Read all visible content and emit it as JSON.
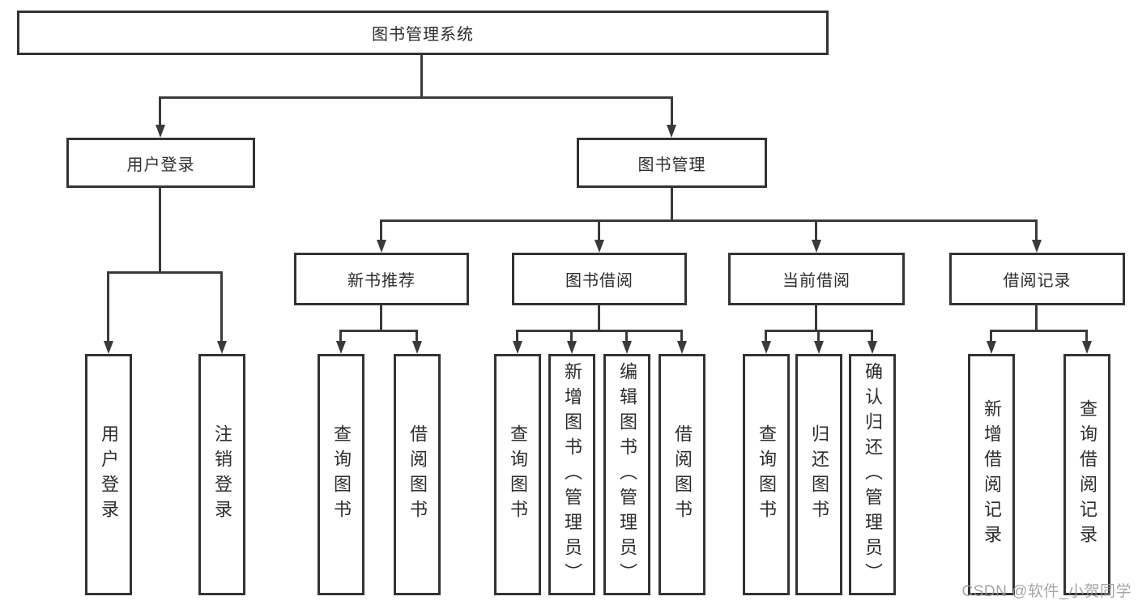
{
  "nodes": {
    "root": "图书管理系统",
    "user_login": "用户登录",
    "book_mgmt": "图书管理",
    "new_book_rec": "新书推荐",
    "book_borrow": "图书借阅",
    "current_borrow": "当前借阅",
    "borrow_record": "借阅记录"
  },
  "leaves": {
    "user_login": [
      "用户登录",
      "注销登录"
    ],
    "new_book_rec": [
      "查询图书",
      "借阅图书"
    ],
    "book_borrow": [
      "查询图书",
      "新增图书（管理员）",
      "编辑图书（管理员）",
      "借阅图书"
    ],
    "current_borrow": [
      "查询图书",
      "归还图书",
      "确认归还（管理员）"
    ],
    "borrow_record": [
      "新增借阅记录",
      "查询借阅记录"
    ]
  },
  "watermark": "CSDN @软件_小贺同学",
  "colors": {
    "line": "#3a3a3a",
    "box_border": "#333333",
    "text": "#2d2d2d",
    "watermark": "#9b9b9b",
    "background": "#ffffff"
  }
}
